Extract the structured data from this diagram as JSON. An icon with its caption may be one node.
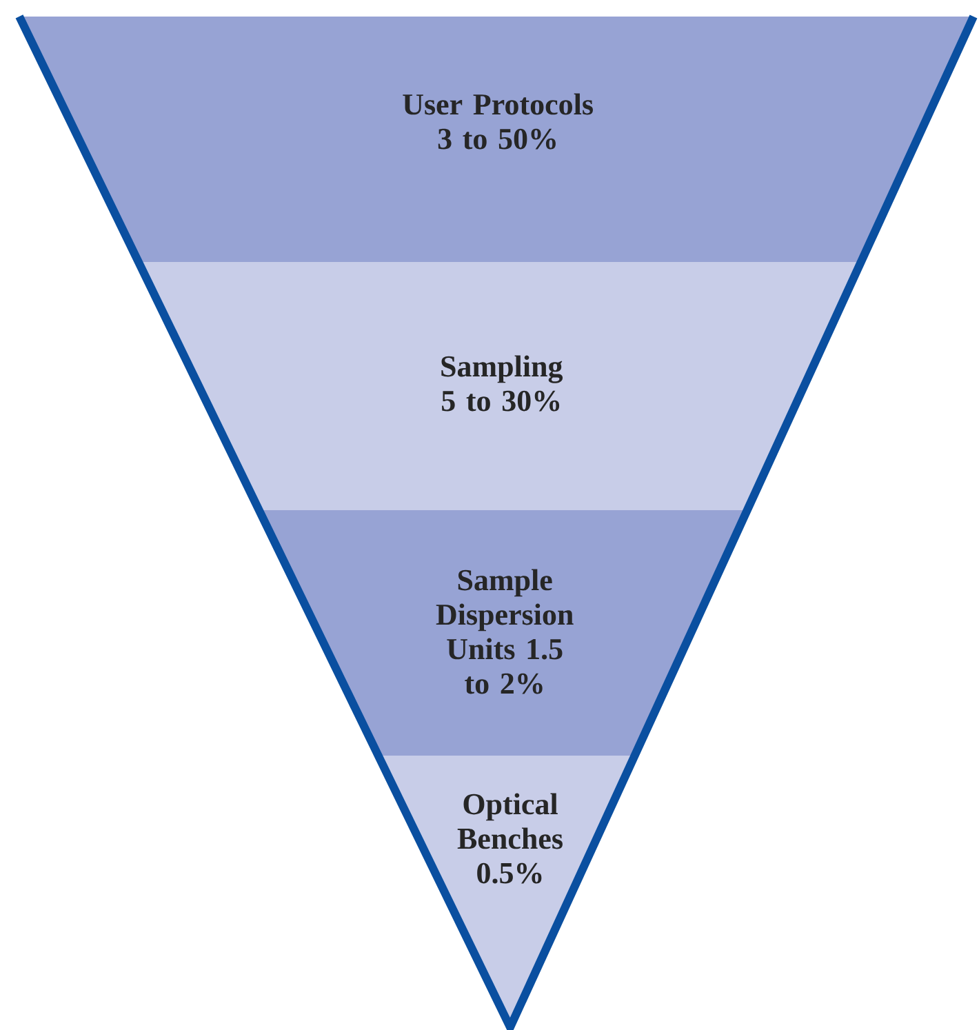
{
  "diagram": {
    "nodes": [
      {
        "text": [
          "User Protocols 3 to 50%"
        ]
      },
      {
        "text": [
          "Sampling 5 to 30%"
        ]
      },
      {
        "text": [
          "Sample Dispersion Units 1.5 to 2%"
        ]
      },
      {
        "text": [
          "Optical Benches 0.5%"
        ]
      }
    ]
  }
}
